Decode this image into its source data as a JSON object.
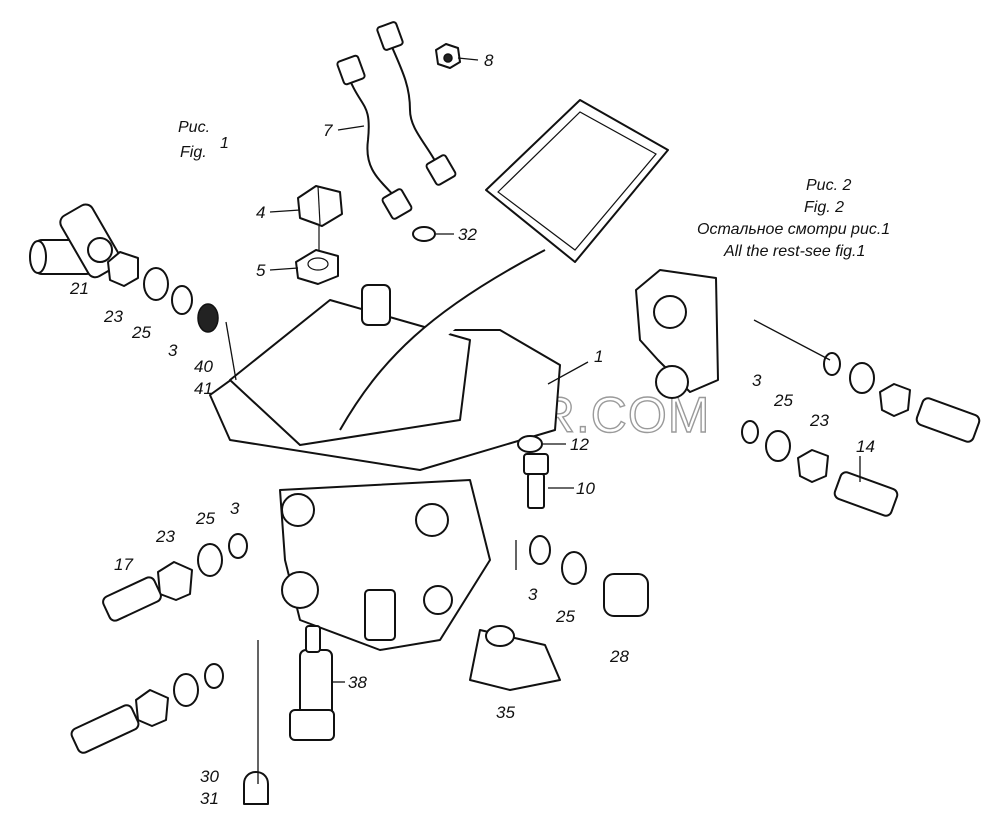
{
  "captions": {
    "fig1_line1": "Рис.",
    "fig1_line2": "Fig.",
    "fig1_num": "1",
    "fig2_line1": "Рис. 2",
    "fig2_line2": "Fig. 2",
    "fig2_line3": "Остальное смотри рис.1",
    "fig2_line4": "All the rest-see fig.1"
  },
  "watermark": "SPECSERVER.COM",
  "callouts": {
    "c1": "1",
    "c3a": "3",
    "c3b": "3",
    "c3c": "3",
    "c3d": "3",
    "c4": "4",
    "c5": "5",
    "c7": "7",
    "c8": "8",
    "c10": "10",
    "c12": "12",
    "c14": "14",
    "c17": "17",
    "c21": "21",
    "c23a": "23",
    "c23b": "23",
    "c23c": "23",
    "c25a": "25",
    "c25b": "25",
    "c25c": "25",
    "c25d": "25",
    "c28": "28",
    "c30": "30",
    "c31": "31",
    "c32": "32",
    "c35": "35",
    "c38": "38",
    "c40": "40",
    "c41": "41"
  }
}
